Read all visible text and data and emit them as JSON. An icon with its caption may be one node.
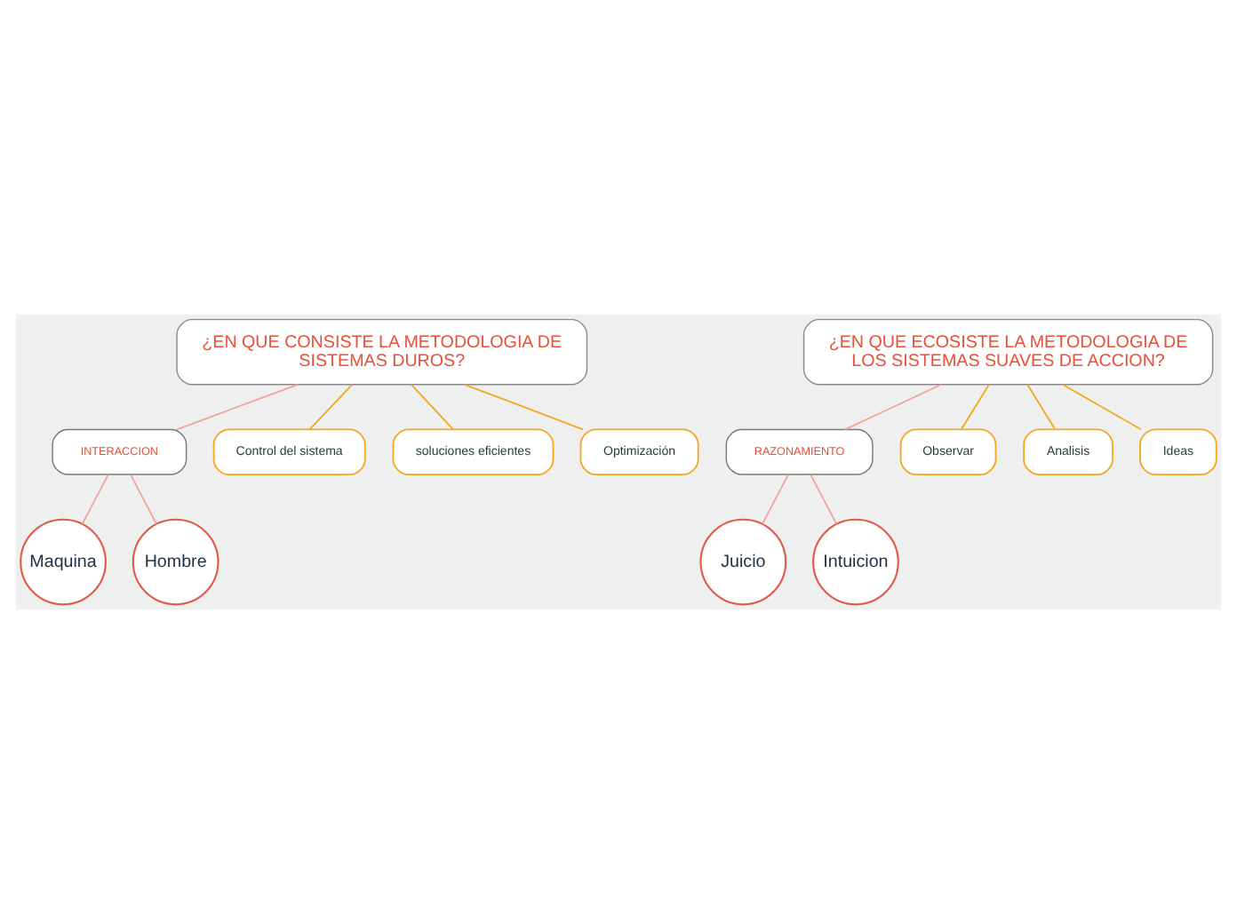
{
  "diagram": {
    "nodes": [
      {
        "text": [
          "¿EN QUE CONSISTE LA METODOLOGIA DE SISTEMAS DUROS?"
        ]
      },
      {
        "text": [
          "INTERACCION"
        ]
      },
      {
        "text": [
          "Maquina"
        ]
      },
      {
        "text": [
          "Hombre"
        ]
      },
      {
        "text": [
          "Control del sistema"
        ]
      },
      {
        "text": [
          "soluciones eficientes"
        ]
      },
      {
        "text": [
          "Optimización"
        ]
      },
      {
        "text": [
          "¿EN QUE ECOSISTE LA METODOLOGIA DE LOS SISTEMAS SUAVES DE ACCION?"
        ]
      },
      {
        "text": [
          "RAZONAMIENTO"
        ]
      },
      {
        "text": [
          "Juicio"
        ]
      },
      {
        "text": [
          "Intuicion"
        ]
      },
      {
        "text": [
          "Observar"
        ]
      },
      {
        "text": [
          "Analisis"
        ]
      },
      {
        "text": [
          "Ideas"
        ]
      }
    ],
    "edges": [
      {
        "from": 0,
        "to": 1,
        "arrow": "none",
        "color": "#f0a59b"
      },
      {
        "from": 1,
        "to": 2,
        "arrow": "none",
        "color": "#f0a59b"
      },
      {
        "from": 1,
        "to": 3,
        "arrow": "none",
        "color": "#f0a59b"
      },
      {
        "from": 0,
        "to": 4,
        "arrow": "none",
        "color": "#f5a623"
      },
      {
        "from": 0,
        "to": 5,
        "arrow": "none",
        "color": "#f5a623"
      },
      {
        "from": 0,
        "to": 6,
        "arrow": "none",
        "color": "#f5a623"
      },
      {
        "from": 7,
        "to": 8,
        "arrow": "none",
        "color": "#f0a59b"
      },
      {
        "from": 8,
        "to": 9,
        "arrow": "none",
        "color": "#f0a59b"
      },
      {
        "from": 8,
        "to": 10,
        "arrow": "none",
        "color": "#f0a59b"
      },
      {
        "from": 7,
        "to": 11,
        "arrow": "none",
        "color": "#f5a623"
      },
      {
        "from": 7,
        "to": 12,
        "arrow": "none",
        "color": "#f5a623"
      },
      {
        "from": 7,
        "to": 13,
        "arrow": "none",
        "color": "#f5a623"
      }
    ]
  }
}
